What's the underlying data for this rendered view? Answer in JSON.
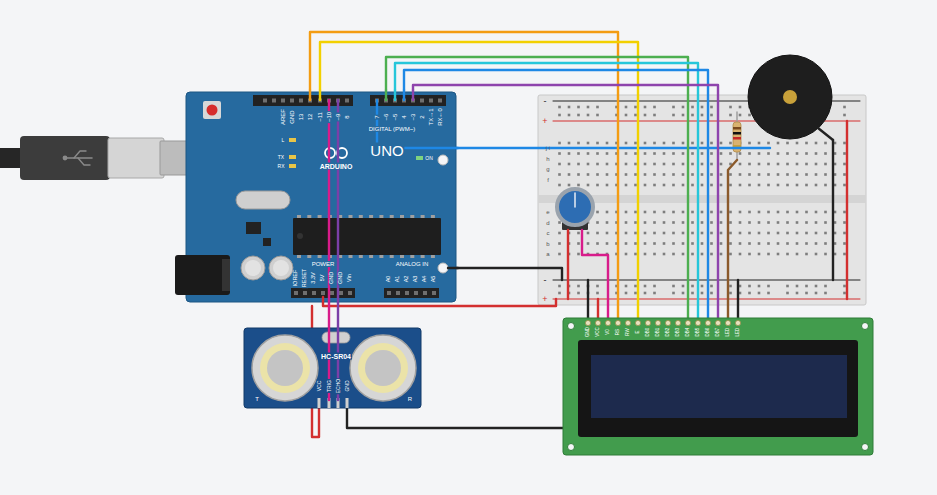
{
  "diagram": {
    "nodes": [
      {
        "text": [
          "UNO",
          "ARDUINO",
          "DIGITAL (PWM~)",
          "AREF",
          "GND",
          "13",
          "12",
          "~11",
          "~10",
          "~9",
          "8",
          "7",
          "~6",
          "~5",
          "4",
          "~3",
          "2",
          "TX→1",
          "RX←0",
          "L",
          "TX",
          "RX",
          "ON",
          "POWER",
          "ANALOG IN",
          "IOREF",
          "RESET",
          "3.3V",
          "5V",
          "GND",
          "GND",
          "Vin",
          "A0",
          "A1",
          "A2",
          "A3",
          "A4",
          "A5"
        ]
      },
      {
        "text": [
          "-",
          "+",
          "j i h g f",
          "e d c b a",
          "-",
          "+"
        ]
      },
      {
        "text": [
          "HC-SR04",
          "T",
          "R",
          "VCC",
          "TRIG",
          "ECHO",
          "GND"
        ]
      },
      {
        "text": [
          "GND",
          "VCC",
          "V0",
          "RS",
          "RW",
          "E",
          "DB0",
          "DB1",
          "DB2",
          "DB3",
          "DB4",
          "DB5",
          "DB6",
          "DB7",
          "LED",
          "LED"
        ]
      }
    ],
    "edges": [
      {
        "from": 0,
        "to": 3,
        "arrow": "none"
      },
      {
        "from": 0,
        "to": 3,
        "arrow": "none"
      },
      {
        "from": 0,
        "to": 3,
        "arrow": "none"
      },
      {
        "from": 0,
        "to": 3,
        "arrow": "none"
      },
      {
        "from": 0,
        "to": 3,
        "arrow": "none"
      },
      {
        "from": 0,
        "to": 3,
        "arrow": "none"
      },
      {
        "from": 0,
        "to": 2,
        "arrow": "none"
      },
      {
        "from": 0,
        "to": 2,
        "arrow": "none"
      }
    ]
  }
}
